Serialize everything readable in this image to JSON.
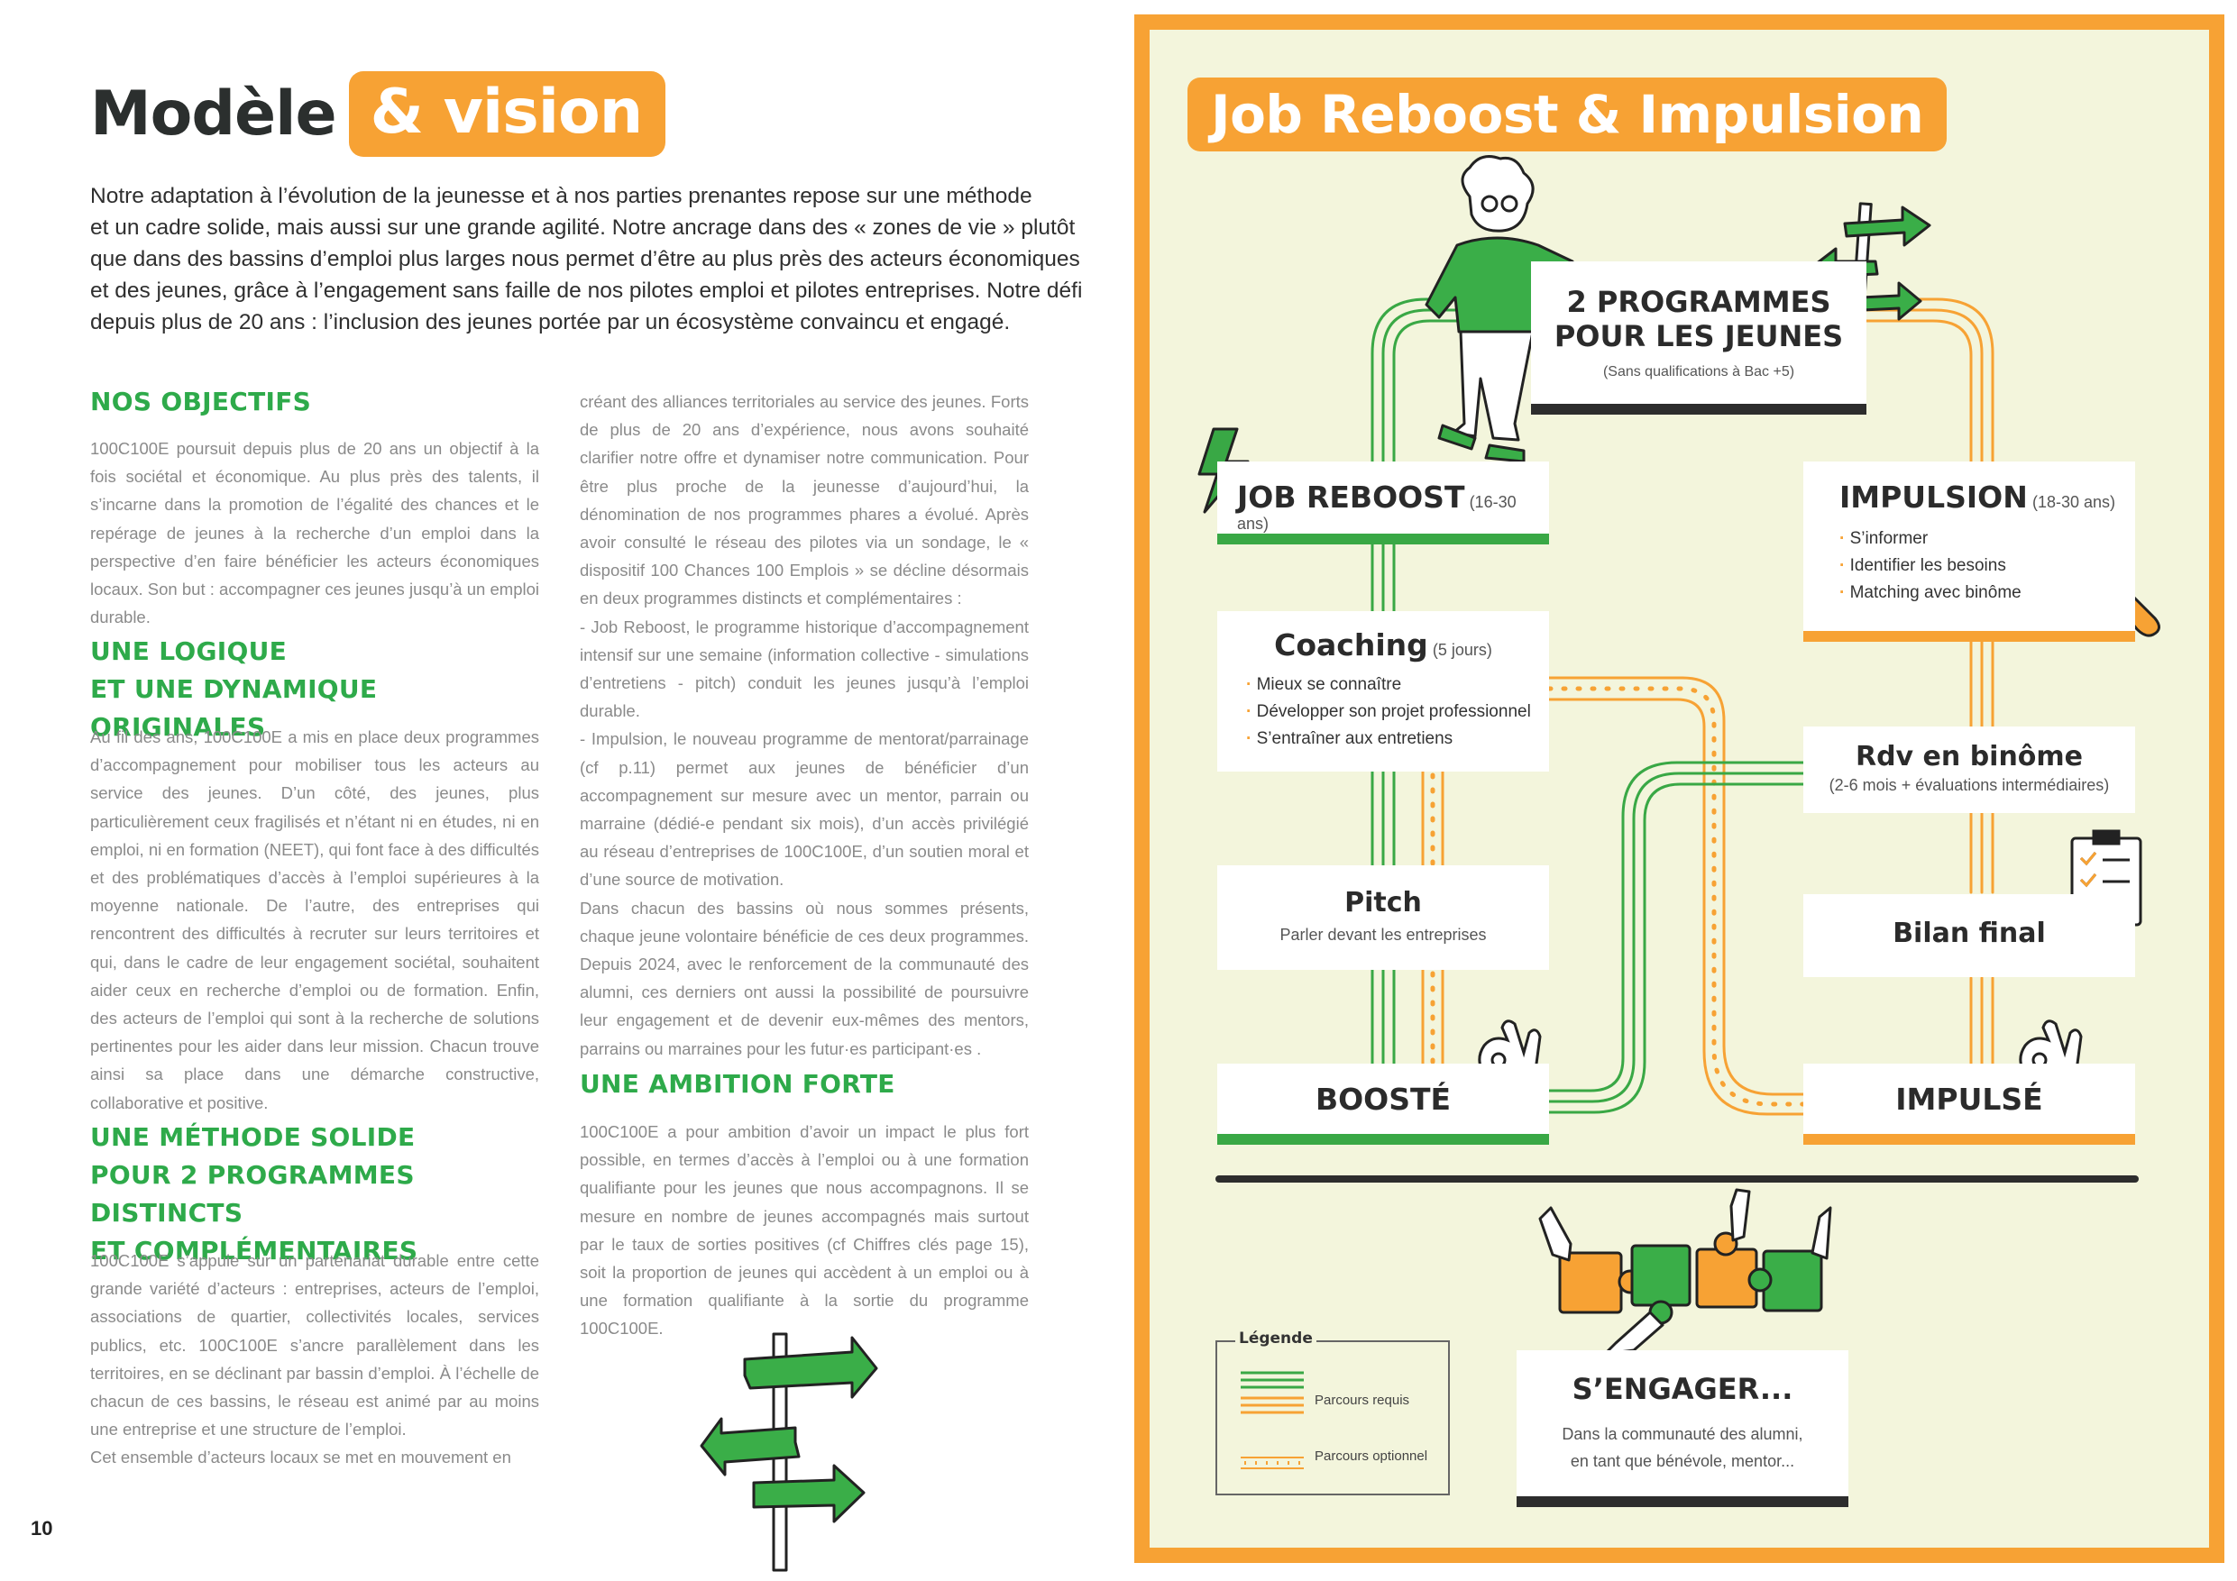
{
  "left": {
    "title_main": "Modèle",
    "title_highlight": "& vision",
    "intro_lines": [
      "Notre adaptation à l’évolution de la jeunesse et à nos parties prenantes repose sur une méthode",
      "et un cadre solide, mais aussi sur une grande agilité. Notre ancrage dans des « zones de vie » plutôt",
      "que dans des bassins d’emploi plus larges nous permet d’être au plus près des acteurs économiques",
      "et des jeunes, grâce à l’engagement sans faille de nos pilotes emploi et pilotes entreprises. Notre défi",
      "depuis plus de 20 ans : l’inclusion des jeunes portée par un écosystème convaincu et engagé."
    ],
    "sections": {
      "objectifs_title": "NOS OBJECTIFS",
      "objectifs_text": "100C100E poursuit depuis plus de 20 ans un objectif à la fois sociétal et économique. Au plus près des talents, il s’incarne dans la promotion de l’égalité des chances et le repérage de jeunes à la recherche d’un emploi dans la perspective d’en faire bénéficier les acteurs économiques locaux. Son but : accompagner ces jeunes jusqu’à un emploi durable.",
      "logique_title_1": "UNE LOGIQUE",
      "logique_title_2": "ET UNE DYNAMIQUE ORIGINALES",
      "logique_text": "Au fil des ans, 100C100E a mis en place deux programmes d’accompagnement pour mobiliser tous les acteurs au service des jeunes. D’un côté, des jeunes, plus particulièrement ceux fragilisés et n’étant ni en études, ni en emploi, ni en formation (NEET), qui font face à des difficultés et des problématiques d’accès à l’emploi supérieures à la moyenne nationale. De l’autre, des entreprises qui rencontrent des difficultés à recruter sur leurs territoires et qui, dans le cadre de leur engagement sociétal, souhaitent aider ceux en recherche d’emploi ou de formation. Enfin, des acteurs de l’emploi qui sont à la recherche de solutions pertinentes pour les aider dans leur mission. Chacun trouve ainsi sa place dans une démarche constructive, collaborative et positive.",
      "methode_title_1": "UNE MÉTHODE SOLIDE",
      "methode_title_2": "POUR 2 PROGRAMMES DISTINCTS",
      "methode_title_3": "ET COMPLÉMENTAIRES",
      "methode_text": "100C100E s’appuie sur un partenariat durable entre cette grande variété d’acteurs : entreprises, acteurs de l’emploi, associations de quartier, collectivités locales, services publics, etc. 100C100E s’ancre parallèlement dans les territoires, en se déclinant par bassin d’emploi. À l’échelle de chacun de ces bassins, le réseau est animé par au moins une entreprise et une structure de l’emploi.",
      "methode_text_2": "Cet ensemble d’acteurs locaux se met en mouvement en",
      "col2_p1": "créant des alliances territoriales au service des jeunes. Forts de plus de 20 ans d’expérience, nous avons souhaité clarifier notre offre et dynamiser notre communication. Pour être plus proche de la jeunesse d’aujourd’hui, la dénomination de nos programmes phares a évolué. Après avoir consulté le réseau des pilotes via un sondage, le « dispositif 100 Chances 100 Emplois » se décline désormais en deux programmes distincts et complémentaires :",
      "col2_p2": "- Job Reboost, le programme historique d’accompagnement intensif sur une semaine (information collective - simulations d’entretiens - pitch) conduit les jeunes jusqu’à l’emploi durable.",
      "col2_p3": "- Impulsion, le nouveau programme de mentorat/parrainage (cf p.11) permet aux jeunes de bénéficier d’un accompagnement sur mesure avec un mentor, parrain ou marraine (dédié-e pendant six mois), d’un accès privilégié au réseau d’entreprises de 100C100E, d’un soutien moral et d’une source de motivation.",
      "col2_p4": "Dans chacun des bassins où nous sommes présents, chaque jeune volontaire bénéficie de ces deux programmes. Depuis 2024, avec le renforcement de la communauté des alumni, ces derniers ont aussi la possibilité de poursuivre leur engagement et de devenir eux-mêmes des mentors, parrains ou marraines pour les futur·es participant·es .",
      "ambition_title": "UNE AMBITION FORTE",
      "ambition_text": "100C100E a pour ambition d’avoir un impact le plus fort possible, en termes d’accès à l’emploi ou à une formation qualifiante pour les jeunes que nous accompagnons. Il se mesure en nombre de jeunes accompagnés mais surtout par le taux de sorties positives (cf Chiffres clés page 15), soit la proportion de jeunes qui accèdent à un emploi ou à une formation qualifiante à la sortie du programme 100C100E."
    },
    "page_number": "10"
  },
  "right": {
    "title": "Job Reboost & Impulsion",
    "programmes": {
      "title_1": "2 PROGRAMMES",
      "title_2": "POUR LES JEUNES",
      "sub": "(Sans qualifications à Bac +5)"
    },
    "job_reboost": {
      "title": "JOB REBOOST",
      "age": "(16-30 ans)"
    },
    "impulsion": {
      "title": "IMPULSION",
      "age": "(18-30 ans)",
      "items": [
        "S’informer",
        "Identifier les besoins",
        "Matching avec binôme"
      ]
    },
    "coaching": {
      "title": "Coaching",
      "duration": "(5 jours)",
      "items": [
        "Mieux se connaître",
        "Développer son projet professionnel",
        "S’entraîner aux entretiens"
      ]
    },
    "rdv": {
      "title": "Rdv en binôme",
      "sub": "(2-6 mois + évaluations intermédiaires)"
    },
    "pitch": {
      "title": "Pitch",
      "sub": "Parler devant les entreprises"
    },
    "bilan": {
      "title": "Bilan final"
    },
    "booste": {
      "title": "BOOSTÉ"
    },
    "impulse": {
      "title": "IMPULSÉ"
    },
    "engager": {
      "title": "S’ENGAGER...",
      "line1": "Dans la communauté des alumni,",
      "line2": "en tant que bénévole, mentor..."
    },
    "legend": {
      "title": "Légende",
      "required": "Parcours requis",
      "optional": "Parcours optionnel"
    },
    "colors": {
      "green": "#39a845",
      "orange": "#f7a234",
      "background": "#f3f5dc",
      "dark": "#2d2d2d"
    }
  }
}
